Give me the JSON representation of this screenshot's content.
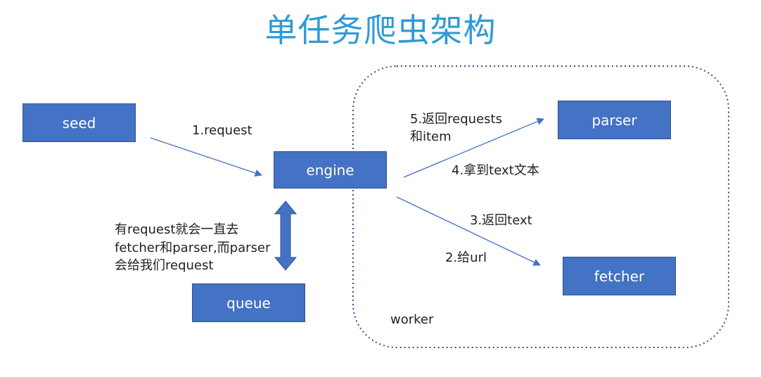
{
  "title": "单任务爬虫架构",
  "nodes": {
    "seed": "seed",
    "engine": "engine",
    "parser": "parser",
    "fetcher": "fetcher",
    "queue": "queue"
  },
  "edges": {
    "request": "1.request",
    "give_url": "2.给url",
    "return_text": "3.返回text",
    "get_text": "4.拿到text文本",
    "return_requests_line1": "5.返回requests",
    "return_requests_line2": "和item"
  },
  "group_label": "worker",
  "note": {
    "line1": "有request就会一直去",
    "line2": "fetcher和parser,而parser",
    "line3": "会给我们request"
  },
  "colors": {
    "title": "#2E9BD6",
    "box_fill": "#4472C4",
    "box_border": "#2F528F",
    "arrow": "#4472C4",
    "group_border": "#2F528F"
  }
}
